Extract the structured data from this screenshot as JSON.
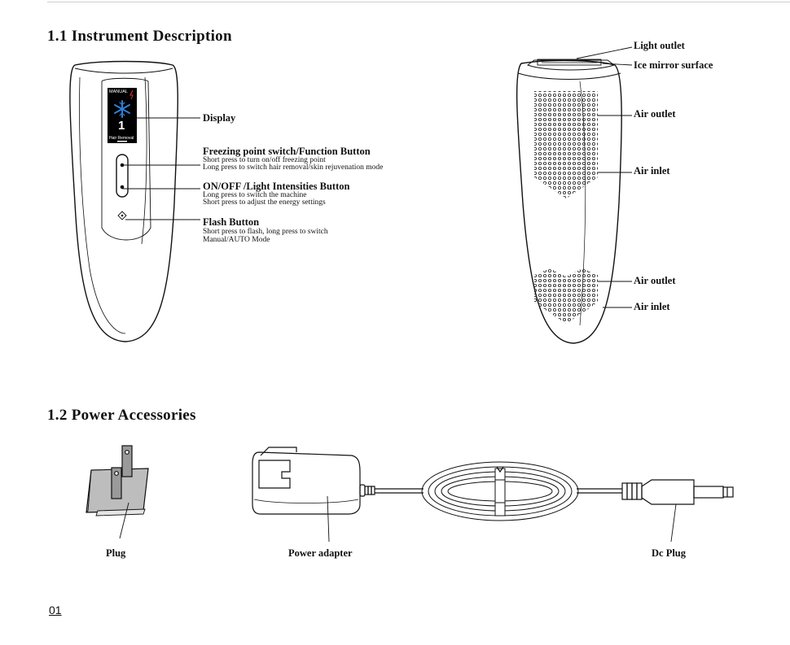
{
  "section1": {
    "title": "1.1 Instrument Description",
    "screen": {
      "mode": "MANUAL",
      "level": "1",
      "footer": "Hair Removal"
    },
    "callouts": {
      "display": "Display",
      "freezing": {
        "title": "Freezing point switch/Function Button",
        "line1": "Short press to turn on/off freezing point",
        "line2": "Long press to switch hair removal/skin rejuvenation mode"
      },
      "onoff": {
        "title": "ON/OFF /Light Intensities Button",
        "line1": "Long press to switch the machine",
        "line2": "Short press to adjust the energy settings"
      },
      "flash": {
        "title": "Flash Button",
        "line1": "Short press to flash, long press to switch",
        "line2": "Manual/AUTO Mode"
      }
    },
    "back_callouts": {
      "light_outlet": "Light outlet",
      "ice_mirror": "Ice mirror surface",
      "air_outlet_top": "Air outlet",
      "air_inlet_top": "Air inlet",
      "air_outlet_bottom": "Air outlet",
      "air_inlet_bottom": "Air inlet"
    }
  },
  "section2": {
    "title": "1.2 Power Accessories",
    "plug": "Plug",
    "adapter": "Power adapter",
    "dc_plug": "Dc Plug"
  },
  "page_number": "01",
  "colors": {
    "screen_bg": "#000000",
    "snowflake": "#2f7fd8",
    "line": "#000000"
  }
}
